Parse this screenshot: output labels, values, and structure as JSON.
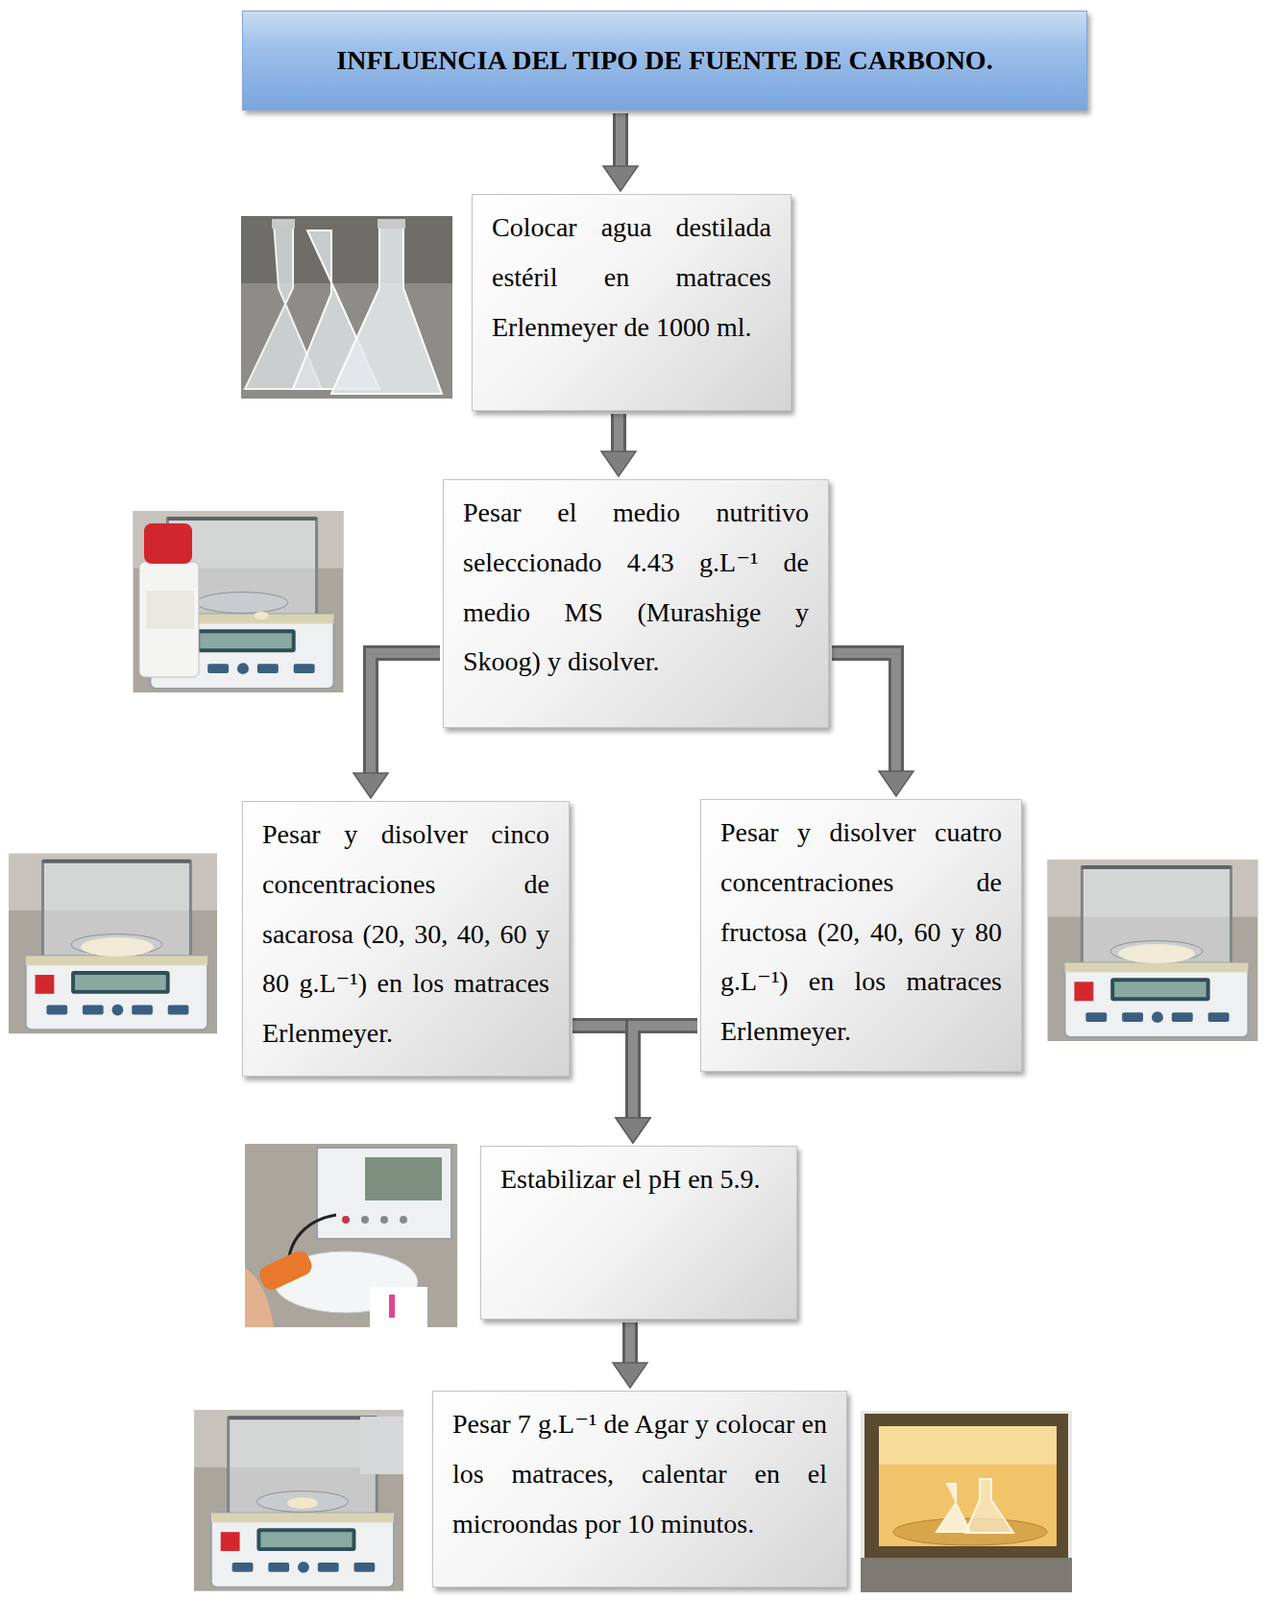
{
  "diagram": {
    "nodes": [
      {
        "text": [
          "INFLUENCIA DEL TIPO DE FUENTE DE CARBONO."
        ]
      },
      {
        "text": [
          "Colocar agua destilada estéril en matraces Erlenmeyer de 1000 ml."
        ]
      },
      {
        "text": [
          "Pesar el medio nutritivo seleccionado 4.43 g.L⁻¹ de medio MS (Murashige y Skoog) y disolver."
        ]
      },
      {
        "text": [
          "Pesar y disolver cinco concentraciones de sacarosa (20, 30, 40, 60 y 80 g.L⁻¹) en los matraces Erlenmeyer."
        ]
      },
      {
        "text": [
          "Pesar y disolver cuatro concentraciones de fructosa (20, 40, 60 y 80 g.L⁻¹) en los matraces Erlenmeyer."
        ]
      },
      {
        "text": [
          "Estabilizar el pH en 5.9."
        ]
      },
      {
        "text": [
          "Pesar 7 g.L⁻¹ de Agar y colocar en los matraces, calentar en el microondas por 10 minutos."
        ]
      }
    ],
    "edges": [
      {
        "from": 0,
        "to": 1,
        "arrow": "to"
      },
      {
        "from": 1,
        "to": 2,
        "arrow": "to"
      },
      {
        "from": 2,
        "to": 3,
        "arrow": "to"
      },
      {
        "from": 2,
        "to": 4,
        "arrow": "to"
      },
      {
        "from": 3,
        "to": 5,
        "arrow": "to"
      },
      {
        "from": 4,
        "to": 5,
        "arrow": "to"
      },
      {
        "from": 5,
        "to": 6,
        "arrow": "to"
      }
    ]
  }
}
